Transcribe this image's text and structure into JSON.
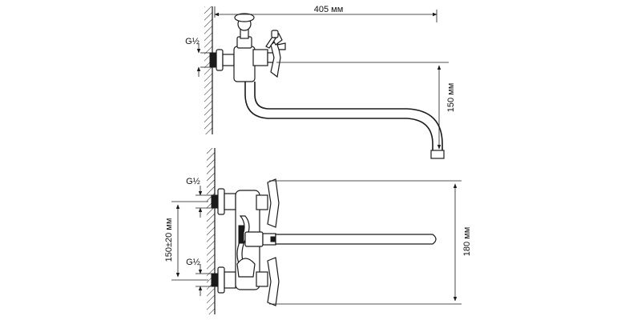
{
  "dimensions": {
    "length": "405 мм",
    "spout_height": "150 мм",
    "thread_top": "G½",
    "thread_front_top": "G½",
    "thread_front_bottom": "G½",
    "center_distance": "150±20 мм",
    "front_height": "180 мм"
  },
  "colors": {
    "line": "#1a1a1a",
    "background": "#ffffff"
  }
}
